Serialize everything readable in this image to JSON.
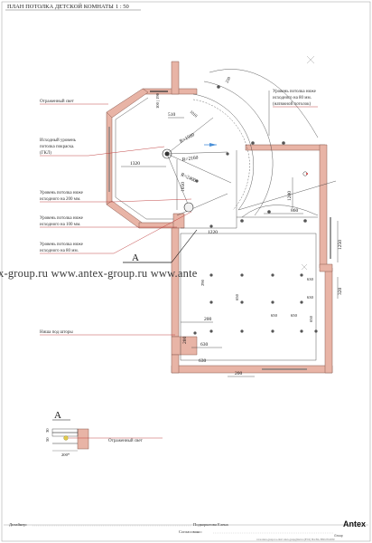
{
  "header": {
    "title": "ПЛАН ПОТОЛКА ДЕТСКОЙ КОМНАТЫ",
    "scale": "1 : 50"
  },
  "labels": {
    "reflected_light": "Отраженный свет",
    "base_level": [
      "Исходный уровень",
      "потолка покраска.",
      "(ГКЛ)"
    ],
    "level_200": [
      "Уровень потолка ниже",
      "исходного на 200 мм."
    ],
    "level_100": [
      "Уровень потолка ниже",
      "исходного на 100 мм."
    ],
    "level_80": [
      "Уровень потолка ниже",
      "исходного на 80 мм."
    ],
    "level_80_stretch": [
      "Уровень потолка ниже",
      "исходного на 80 мм.",
      "(натяжной потолок)"
    ],
    "curtain_niche": "Ниша под шторы",
    "section_letter": "А",
    "section_light": "Отраженный свет"
  },
  "dimensions": {
    "d250": "250",
    "d100_190": "100 | 190",
    "d510": "510",
    "d1010": "1010",
    "r1560": "R=1560",
    "r2160": "R=2160",
    "r2400": "R=2400",
    "d1320": "1320",
    "d1650": "1650",
    "d1200": "1200",
    "d860": "860",
    "d1220": "1220",
    "d1250": "1250",
    "d320": "320",
    "d290": "290",
    "d650a": "650",
    "d630a": "630",
    "d630b": "630",
    "d650b": "650",
    "d650c": "650",
    "d650d": "650",
    "d200a": "200",
    "d630c": "630",
    "d200b": "200",
    "d200c": "200",
    "d630d": "630",
    "sec_50": "50",
    "sec_30": "30",
    "sec_200": "200*"
  },
  "watermark": "x-group.ru  www.antex-group.ru  www.ante",
  "footer": {
    "designer_label": "Дизайнер:",
    "designer_name": "Подкорытова  Елена",
    "agreed_label": "Согласовано:",
    "logo": "Antex",
    "logo_suffix": "Group",
    "small": "www.antex-group.ru  e-mail: antex-group@mail.ru  (8552) 394-394, 8960-059-6060"
  },
  "colors": {
    "wall": "#e8b4a6",
    "accent": "#b33333",
    "arrow": "#4a90d9"
  }
}
